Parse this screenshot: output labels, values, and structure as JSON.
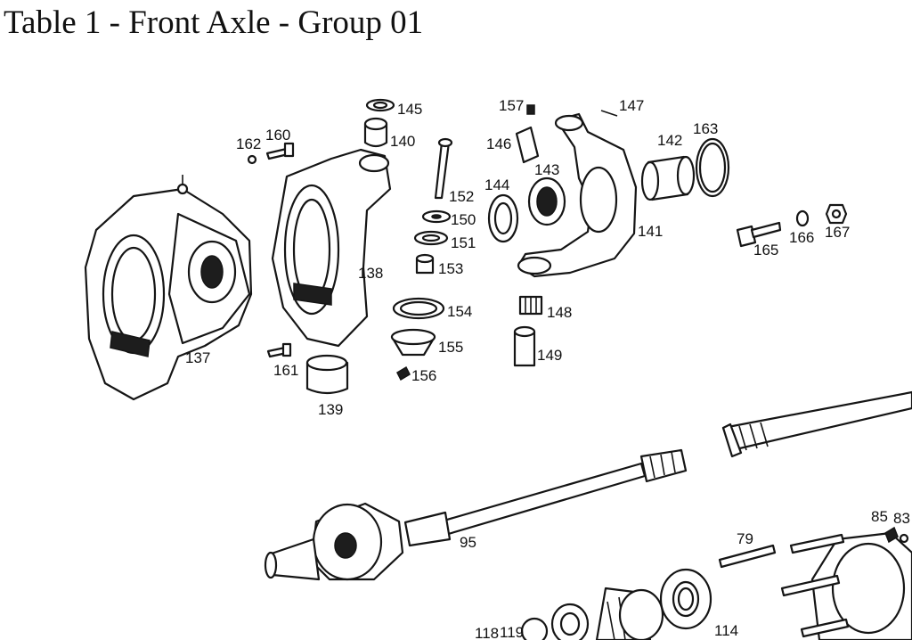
{
  "title": "Table 1 -  Front Axle - Group 01",
  "labels": {
    "p137": "137",
    "p138": "138",
    "p139": "139",
    "p140": "140",
    "p141": "141",
    "p142": "142",
    "p143": "143",
    "p144": "144",
    "p145": "145",
    "p146": "146",
    "p147": "147",
    "p148": "148",
    "p149": "149",
    "p150": "150",
    "p151": "151",
    "p152": "152",
    "p153": "153",
    "p154": "154",
    "p155": "155",
    "p156": "156",
    "p157": "157",
    "p160": "160",
    "p161": "161",
    "p162": "162",
    "p163": "163",
    "p165": "165",
    "p166": "166",
    "p167": "167",
    "p95": "95",
    "p79": "79",
    "p85": "85",
    "p83": "83",
    "p114": "114",
    "p118": "118",
    "p119": "119"
  }
}
